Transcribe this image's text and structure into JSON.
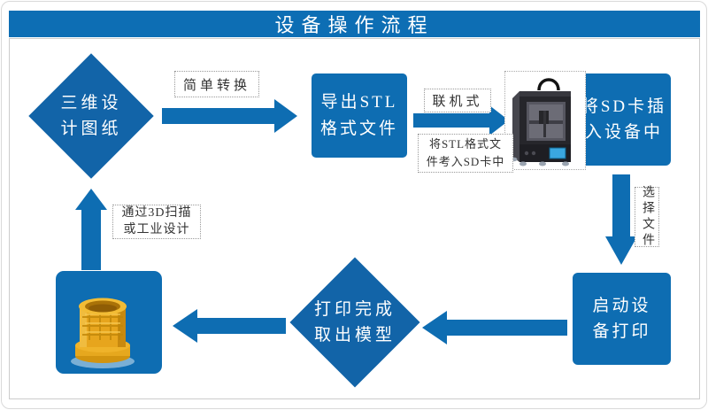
{
  "title": "设备操作流程",
  "colors": {
    "primary_blue": "#0e6db2",
    "diamond_blue": "#1264a8",
    "title_blue": "#0d6eb4",
    "label_text": "#333333",
    "label_border": "#999999",
    "model_yellow": "#e7a51d"
  },
  "nodes": {
    "design": {
      "line1": "三维设",
      "line2": "计图纸"
    },
    "export_stl": {
      "line1": "导出STL",
      "line2": "格式文件"
    },
    "insert_sd": {
      "line1": "将SD卡插",
      "line2": "入设备中"
    },
    "start_print": {
      "line1": "启动设",
      "line2": "备打印"
    },
    "print_done": {
      "line1": "打印完成",
      "line2": "取出模型"
    }
  },
  "labels": {
    "convert": "简单转换",
    "online": "联机式",
    "copy": {
      "line1": "将STL格式文",
      "line2": "件考入SD卡中"
    },
    "select_file": "选择文件",
    "scan": {
      "line1": "通过3D扫描",
      "line2": "或工业设计"
    }
  },
  "images": {
    "printer": "3d-printer-photo",
    "model": "yellow-printed-model-photo"
  }
}
